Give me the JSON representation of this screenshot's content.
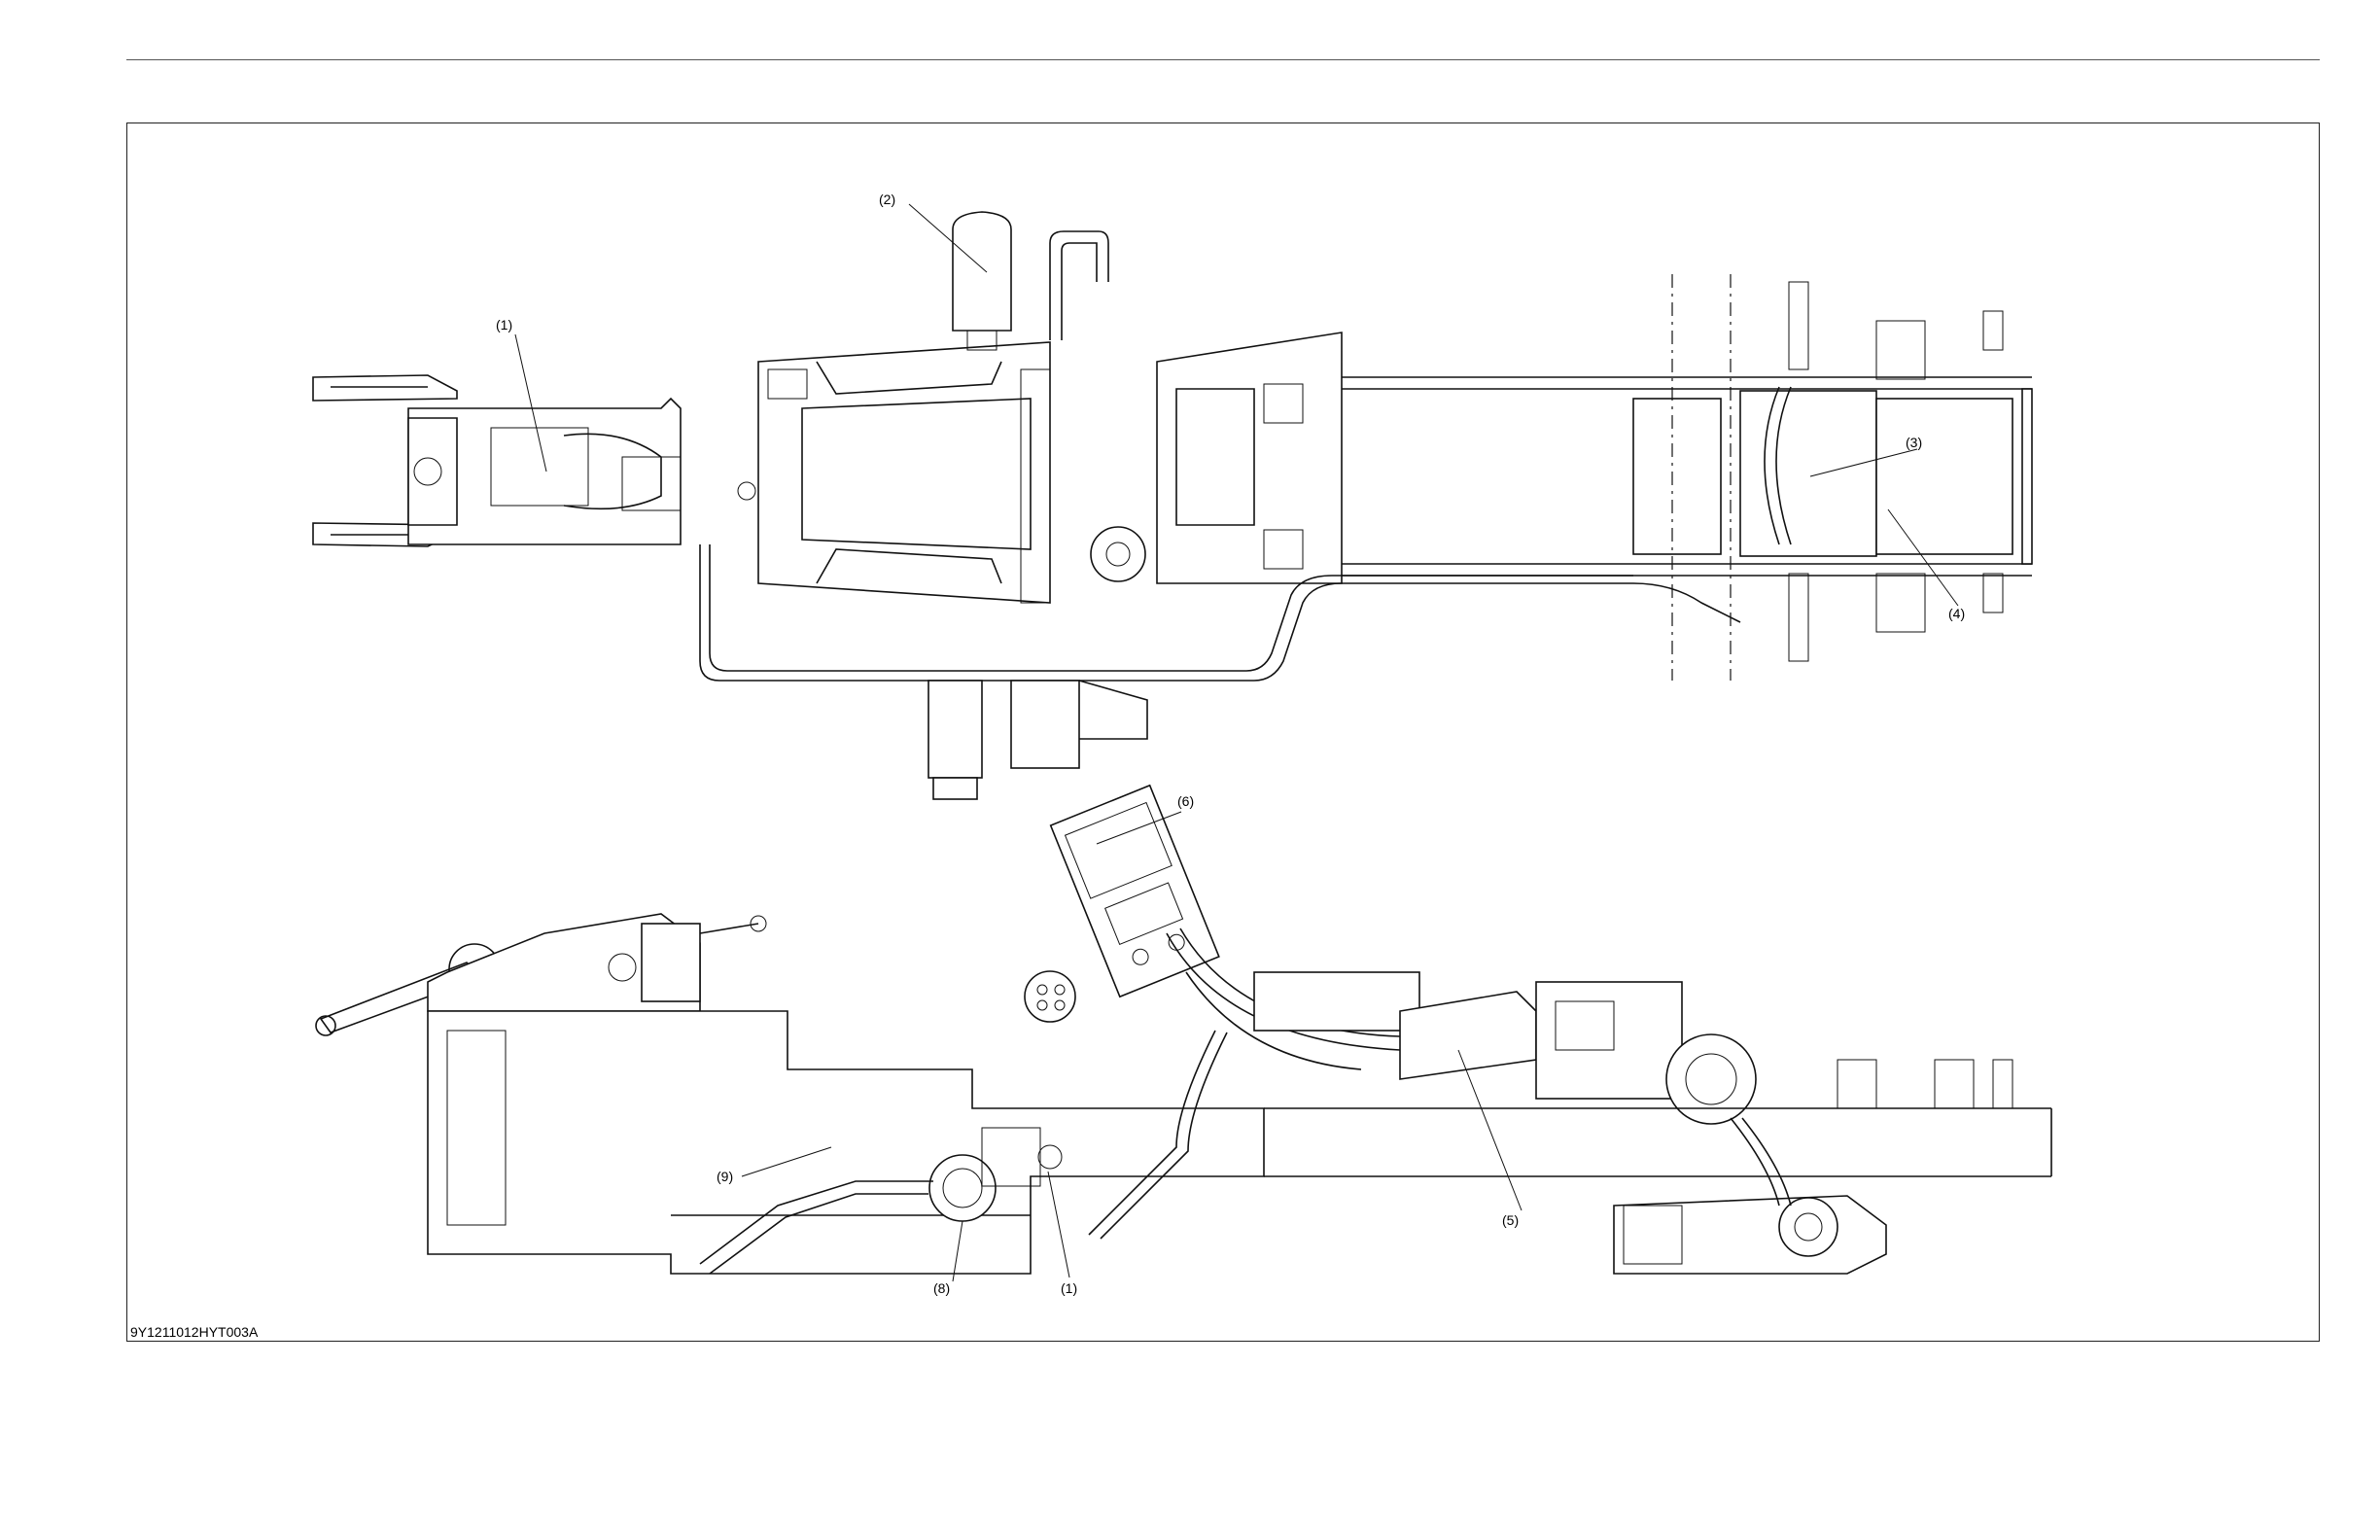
{
  "figure": {
    "code": "9Y1211012HYT003A",
    "callouts": {
      "c1_top": "(1)",
      "c2": "(2)",
      "c3": "(3)",
      "c4": "(4)",
      "c5": "(5)",
      "c6": "(6)",
      "c1_bottom": "(1)",
      "c8": "(8)",
      "c9": "(9)"
    }
  }
}
